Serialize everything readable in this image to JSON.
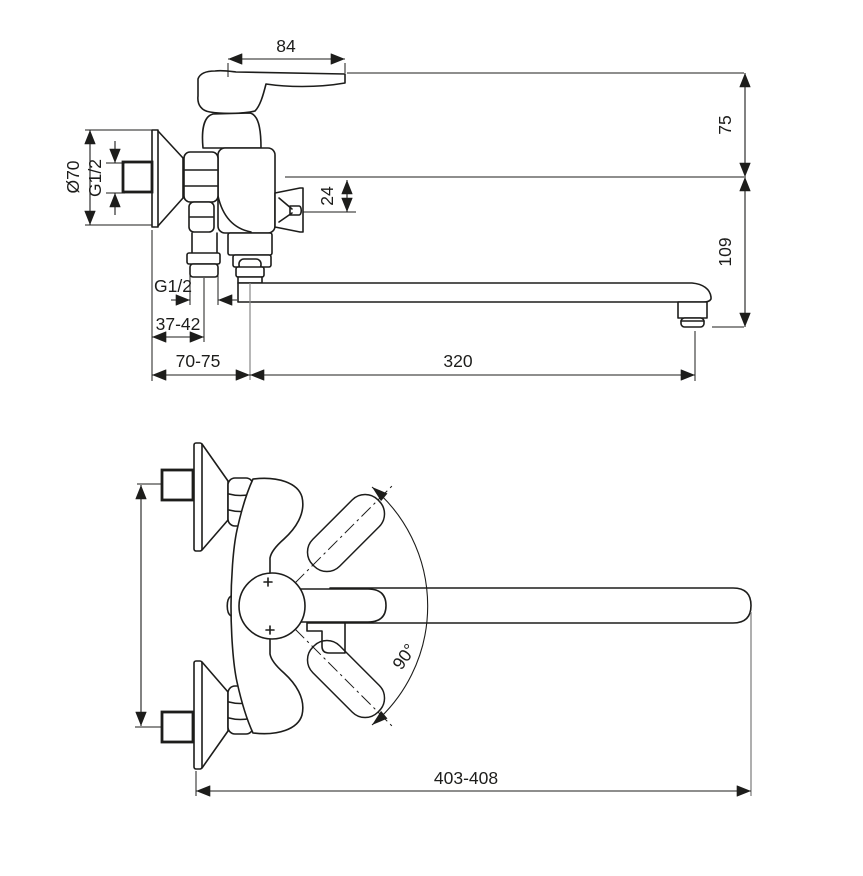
{
  "drawing": {
    "type": "technical-dimension-drawing",
    "subject": "wall-mounted single-lever bath mixer with long swivel spout, two orthographic views",
    "colors": {
      "background": "#ffffff",
      "line": "#1d1d1b",
      "centerline": "#878787"
    },
    "side_view": {
      "dim_handle_length": "84",
      "dim_top_to_inlet_axis": "75",
      "dim_inlet_axis_to_spout_bottom": "109",
      "dim_diverter_knob": "24",
      "dim_escutcheon_diameter": "Ø70",
      "dim_inlet_thread": "G1/2",
      "dim_shower_outlet_thread": "G1/2",
      "dim_wall_to_shower_outlet": "37-42",
      "dim_wall_to_spout_axis": "70-75",
      "dim_spout_reach": "320"
    },
    "front_view": {
      "dim_handle_swing": "90°",
      "dim_overall_length": "403-408"
    }
  }
}
